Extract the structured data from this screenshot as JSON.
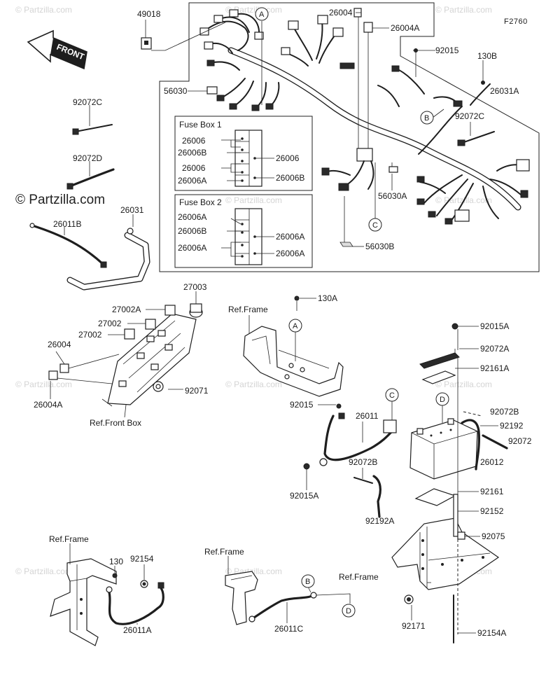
{
  "figure_id": "F2760",
  "watermark_text": "© Partzilla.com",
  "front_arrow_label": "FRONT",
  "fuse_box_1": {
    "title": "Fuse Box 1",
    "left_labels": [
      "26006",
      "26006B",
      "26006",
      "26006A"
    ],
    "right_labels": [
      "26006",
      "26006B"
    ]
  },
  "fuse_box_2": {
    "title": "Fuse Box 2",
    "left_labels": [
      "26006A",
      "26006B",
      "26006A"
    ],
    "right_labels": [
      "26006A",
      "26006A"
    ]
  },
  "callouts": {
    "A": "A",
    "B": "B",
    "C": "C",
    "D": "D"
  },
  "part_labels": {
    "p49018": "49018",
    "p26004_top": "26004",
    "p26004A_top": "26004A",
    "p92015_top": "92015",
    "p130B": "130B",
    "p26031A": "26031A",
    "p92072C_right": "92072C",
    "p56030": "56030",
    "p56030A": "56030A",
    "p56030B": "56030B",
    "p92072C_left": "92072C",
    "p92072D": "92072D",
    "p26031": "26031",
    "p26011B": "26011B",
    "p27003": "27003",
    "p27002A": "27002A",
    "p27002_a": "27002",
    "p27002_b": "27002",
    "p26004_mid": "26004",
    "p26004A_mid": "26004A",
    "p92071": "92071",
    "ref_front_box": "Ref.Front Box",
    "ref_frame_mid": "Ref.Frame",
    "p130A": "130A",
    "p92015_mid": "92015",
    "p26011": "26011",
    "p92015A_mid": "92015A",
    "p92072B_mid": "92072B",
    "p92192A": "92192A",
    "p92015A_right": "92015A",
    "p92072A": "92072A",
    "p92161A": "92161A",
    "p92072B_right": "92072B",
    "p92192": "92192",
    "p92072": "92072",
    "p26012": "26012",
    "p92161": "92161",
    "p92152": "92152",
    "p92075": "92075",
    "ref_frame_br": "Ref.Frame",
    "p92171": "92171",
    "p92154A": "92154A",
    "ref_frame_bl": "Ref.Frame",
    "p130": "130",
    "p92154": "92154",
    "p26011A": "26011A",
    "ref_frame_bm": "Ref.Frame",
    "p26011C": "26011C"
  }
}
